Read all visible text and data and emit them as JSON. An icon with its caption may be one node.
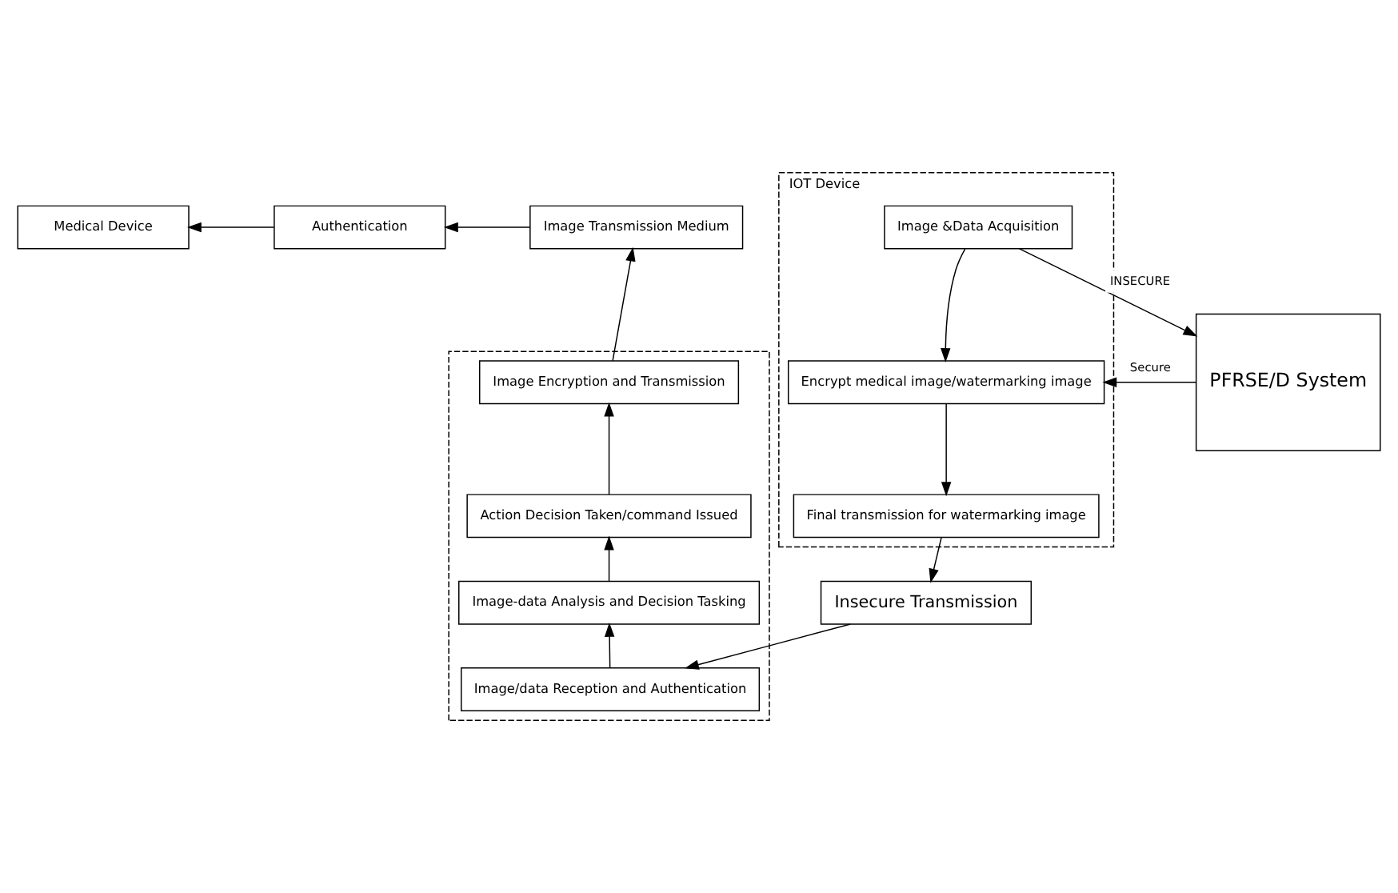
{
  "diagram": {
    "nodes": [
      {
        "text": [
          "Medical Device"
        ]
      },
      {
        "text": [
          "Authentication"
        ]
      },
      {
        "text": [
          "Image Transmission Medium"
        ]
      },
      {
        "text": [
          "IOT Device"
        ]
      },
      {
        "text": [
          "Image &Data Acquisition"
        ],
        "in": 3
      },
      {
        "text": [
          "Encrypt medical image/watermarking image"
        ],
        "in": 3
      },
      {
        "text": [
          "Final transmission for watermarking image"
        ],
        "in": 3
      },
      {
        "text": [
          "PFRSE/D System"
        ]
      },
      {
        "text": [
          "Insecure Transmission"
        ]
      },
      {
        "text": [],
        "shape": "box"
      },
      {
        "text": [
          "Image Encryption and Transmission"
        ],
        "in": 9
      },
      {
        "text": [
          "Action Decision Taken/command Issued"
        ],
        "in": 9
      },
      {
        "text": [
          "Image-data Analysis and Decision Tasking"
        ],
        "in": 9
      },
      {
        "text": [
          "Image/data Reception and Authentication"
        ],
        "in": 9
      }
    ],
    "edges": [
      {
        "from": 2,
        "to": 1,
        "arrow": "to"
      },
      {
        "from": 1,
        "to": 0,
        "arrow": "to"
      },
      {
        "from": 10,
        "to": 2,
        "arrow": "to"
      },
      {
        "from": 4,
        "to": 7,
        "arrow": "to",
        "label": "INSECURE"
      },
      {
        "from": 7,
        "to": 5,
        "arrow": "to",
        "label": "Secure"
      },
      {
        "from": 4,
        "to": 5,
        "arrow": "to"
      },
      {
        "from": 5,
        "to": 6,
        "arrow": "to"
      },
      {
        "from": 6,
        "to": 8,
        "arrow": "to"
      },
      {
        "from": 8,
        "to": 13,
        "arrow": "to"
      },
      {
        "from": 13,
        "to": 12,
        "arrow": "to"
      },
      {
        "from": 12,
        "to": 11,
        "arrow": "to"
      },
      {
        "from": 11,
        "to": 10,
        "arrow": "to"
      }
    ]
  }
}
